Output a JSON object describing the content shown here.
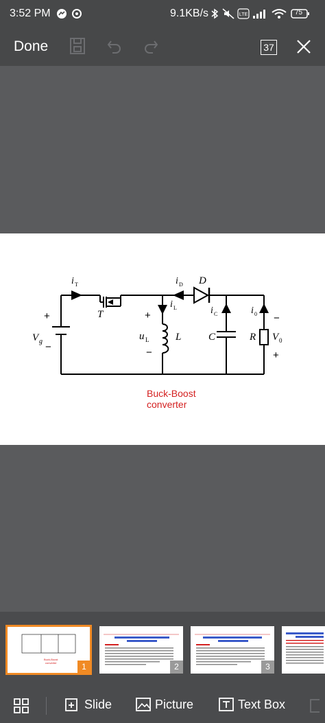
{
  "status": {
    "time": "3:52 PM",
    "rate": "9.1KB/s",
    "battery": "75"
  },
  "toolbar": {
    "done_label": "Done",
    "slide_count": "37"
  },
  "slide": {
    "labels": {
      "iT": "i",
      "iT_sub": "T",
      "iD": "i",
      "iD_sub": "D",
      "D": "D",
      "iL": "i",
      "iL_sub": "L",
      "iC": "i",
      "iC_sub": "C",
      "io": "i",
      "io_sub": "0",
      "T": "T",
      "Vg": "V",
      "Vg_sub": "g",
      "uL": "u",
      "uL_sub": "L",
      "L": "L",
      "C": "C",
      "R": "R",
      "V0": "V",
      "V0_sub": "0",
      "plus": "+",
      "minus": "−"
    },
    "caption_line1": "Buck-Boost",
    "caption_line2": "converter",
    "caption_color": "#d42020"
  },
  "thumbnails": [
    {
      "number": "1"
    },
    {
      "number": "2"
    },
    {
      "number": "3"
    }
  ],
  "bottom_bar": {
    "slide_label": "Slide",
    "picture_label": "Picture",
    "textbox_label": "Text Box"
  },
  "accent_color": "#f08a24"
}
